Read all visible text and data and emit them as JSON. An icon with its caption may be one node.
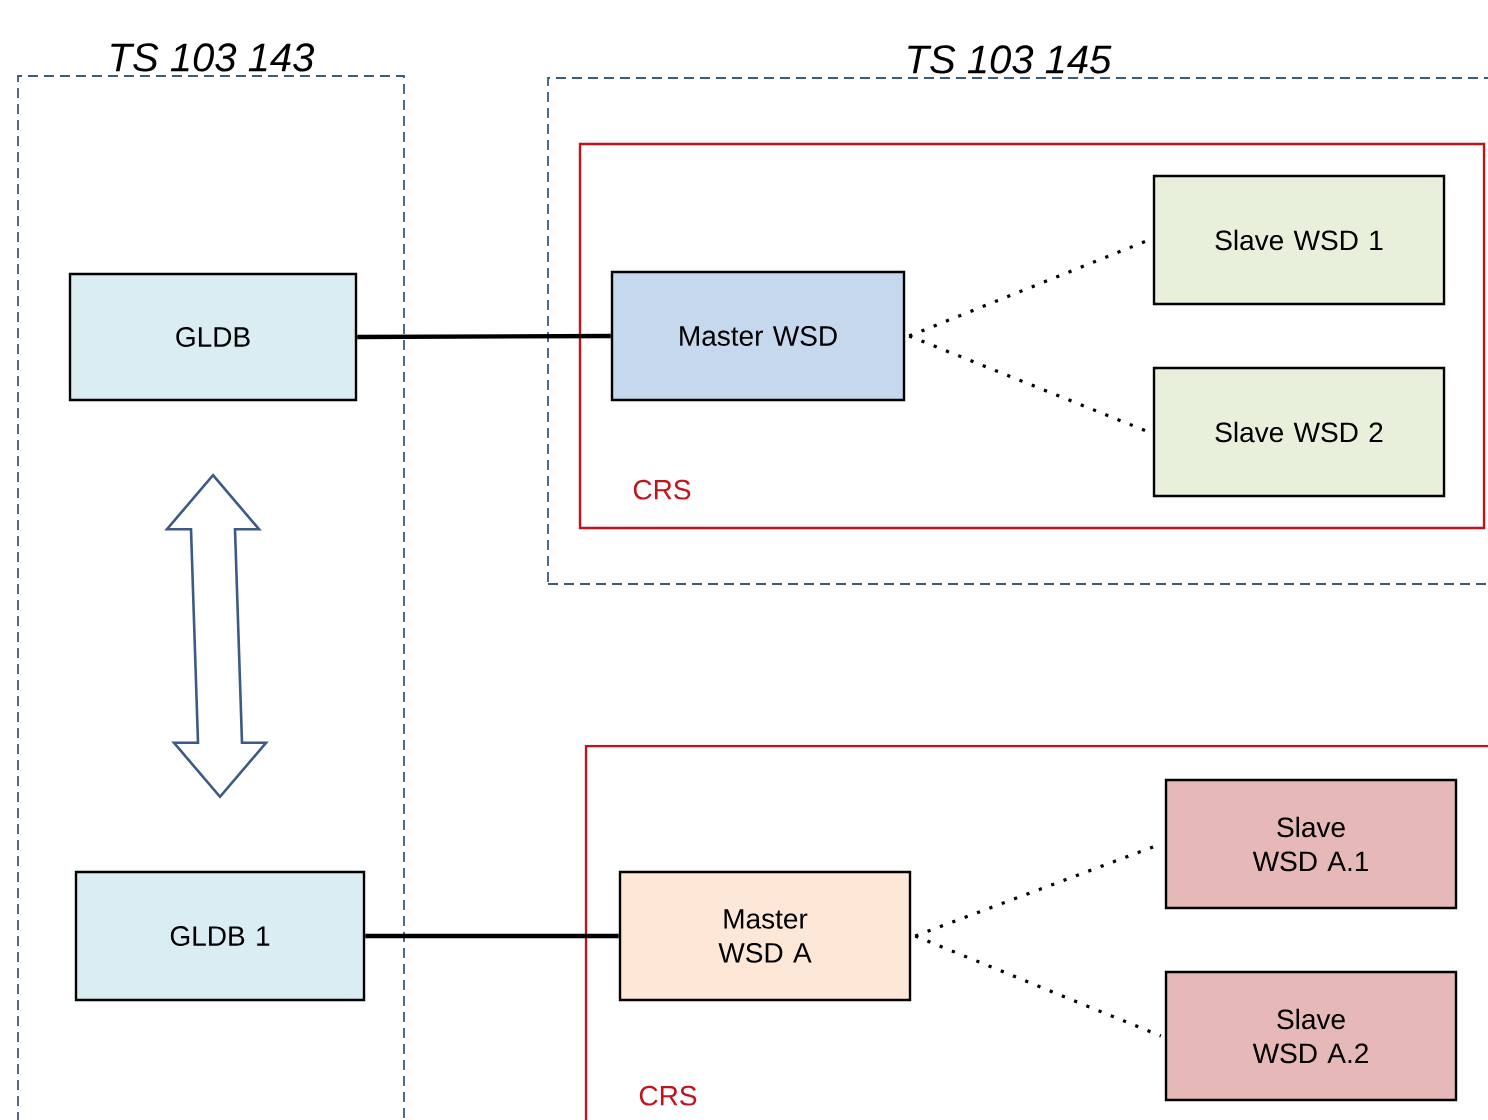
{
  "diagram": {
    "nodes": [
      {
        "text": [
          "TS 103 143"
        ]
      },
      {
        "text": [
          "GLDB"
        ],
        "in": 0
      },
      {
        "text": [
          "GLDB 1"
        ],
        "in": 0
      },
      {
        "text": [
          "TS 103 145"
        ]
      },
      {
        "text": [
          "CRS"
        ],
        "in": 3
      },
      {
        "text": [
          "Master WSD"
        ],
        "in": 4
      },
      {
        "text": [
          "Slave WSD 1"
        ],
        "in": 4
      },
      {
        "text": [
          "Slave WSD 2"
        ],
        "in": 4
      },
      {
        "text": [
          "CRS"
        ]
      },
      {
        "text": [
          "Master WSD A"
        ],
        "in": 8
      },
      {
        "text": [
          "Slave WSD A.1"
        ],
        "in": 8
      },
      {
        "text": [
          "Slave WSD A.2"
        ],
        "in": 8
      }
    ],
    "edges": [
      {
        "from": 1,
        "to": 2,
        "arrow": "both",
        "style": "thick",
        "color": "#3b5a85"
      },
      {
        "from": 1,
        "to": 5,
        "arrow": "none"
      },
      {
        "from": 5,
        "to": 6,
        "arrow": "none",
        "style": "dashed"
      },
      {
        "from": 5,
        "to": 7,
        "arrow": "none",
        "style": "dashed"
      },
      {
        "from": 2,
        "to": 9,
        "arrow": "none"
      },
      {
        "from": 9,
        "to": 10,
        "arrow": "none",
        "style": "dashed"
      },
      {
        "from": 9,
        "to": 11,
        "arrow": "none",
        "style": "dashed"
      }
    ]
  }
}
